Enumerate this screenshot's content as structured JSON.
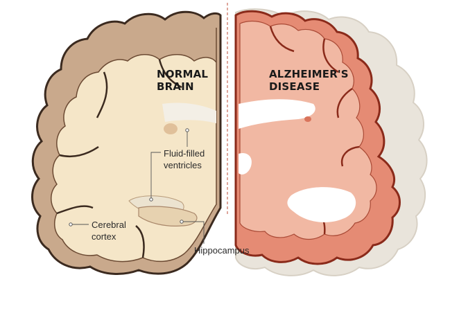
{
  "normal": {
    "title_line1": "NORMAL",
    "title_line2": "BRAIN"
  },
  "alzheimers": {
    "title_line1": "ALZHEIMER'S",
    "title_line2": "DISEASE"
  },
  "labels": {
    "ventricles_line1": "Fluid-filled",
    "ventricles_line2": "ventricles",
    "cortex_line1": "Cerebral",
    "cortex_line2": "cortex",
    "hippocampus": "Hippocampus"
  },
  "colors": {
    "normal_cortex": "#c9a98c",
    "normal_cortex_dark": "#3b2a1f",
    "normal_inner": "#f5e6c8",
    "normal_ventricle": "#f3efe6",
    "ad_cortex": "#e58b74",
    "ad_cortex_dark": "#8a2a1a",
    "ad_inner": "#f1b8a3",
    "ad_ghost": "#e9e4db",
    "ad_ventricle": "#ffffff",
    "divider": "#c96a5a"
  }
}
